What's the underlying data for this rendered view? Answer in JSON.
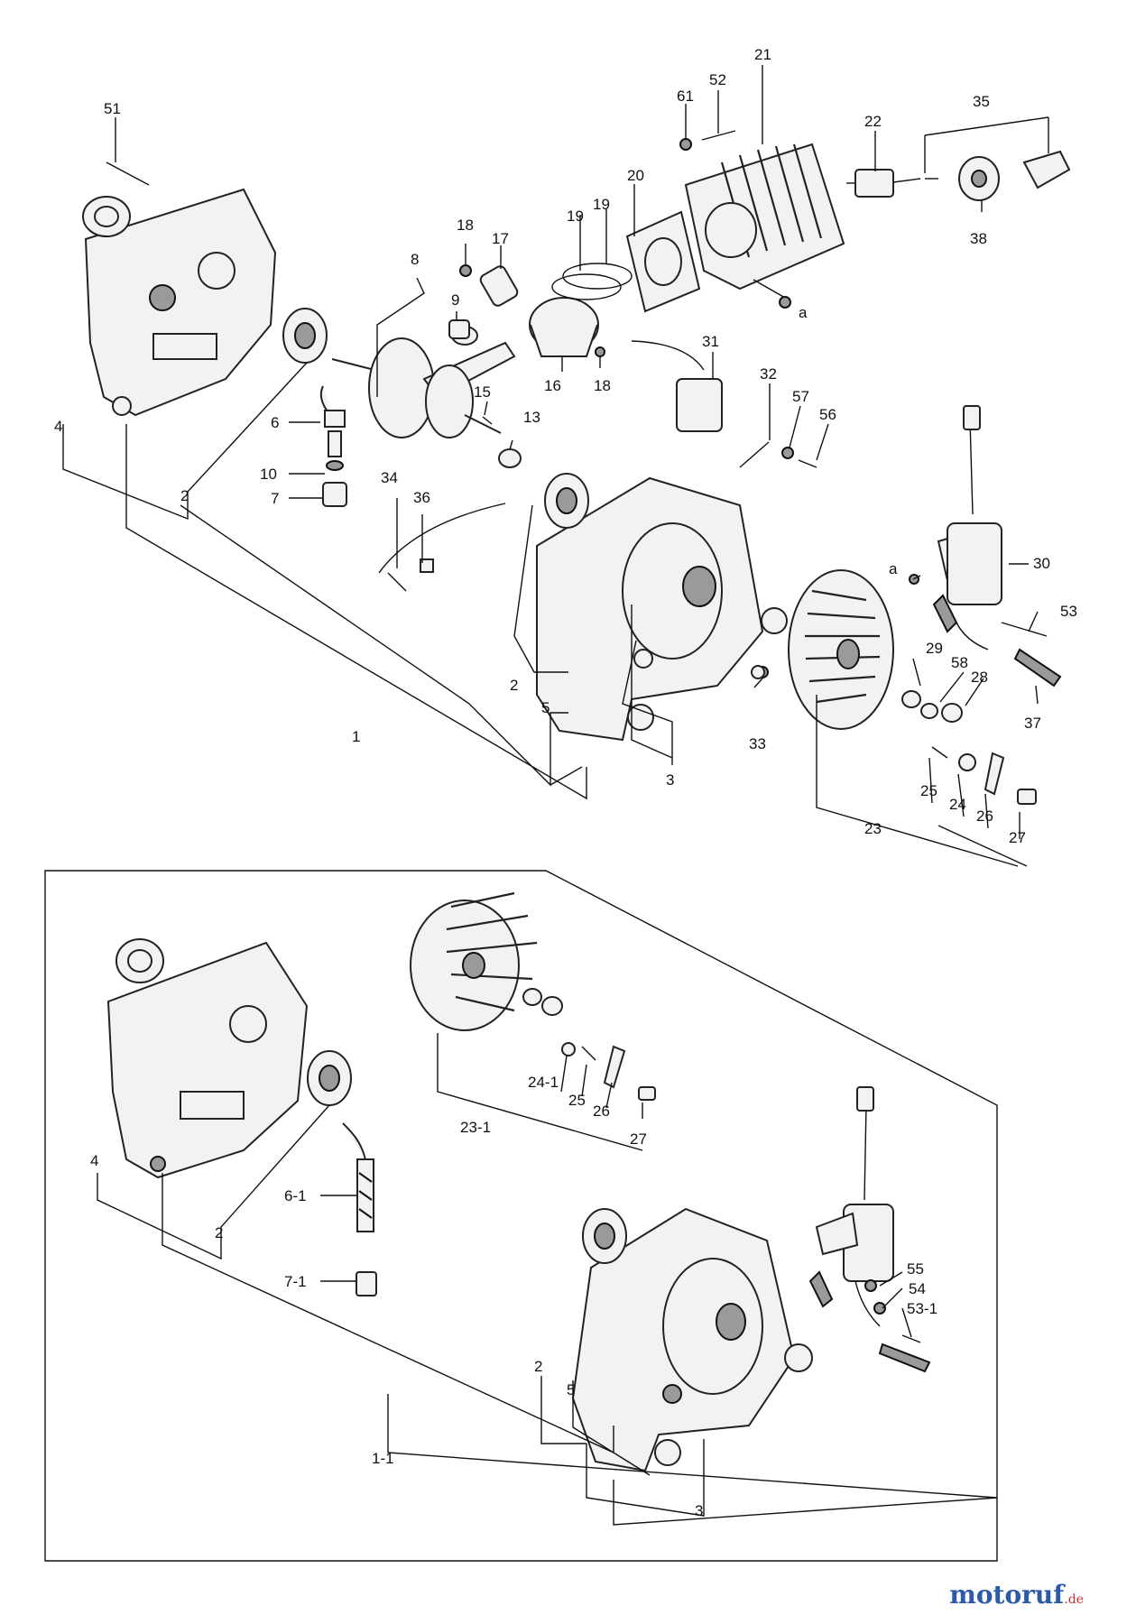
{
  "labels": {
    "top": [
      "51",
      "61",
      "52",
      "21",
      "22",
      "35",
      "38",
      "18",
      "17",
      "19",
      "19",
      "20",
      "8",
      "9",
      "16",
      "18",
      "31",
      "32",
      "57",
      "56",
      "15",
      "13",
      "6",
      "10",
      "7",
      "4",
      "2",
      "34",
      "36",
      "30",
      "a",
      "a",
      "53",
      "29",
      "58",
      "28",
      "37",
      "33",
      "2",
      "5",
      "3",
      "1",
      "25",
      "24",
      "26",
      "23",
      "27"
    ],
    "bottom": [
      "4",
      "2",
      "6-1",
      "7-1",
      "23-1",
      "24-1",
      "25",
      "26",
      "27",
      "55",
      "54",
      "53-1",
      "2",
      "5",
      "1-1",
      "3"
    ]
  },
  "watermark": {
    "brand": "motoruf",
    "suffix": ".de"
  }
}
